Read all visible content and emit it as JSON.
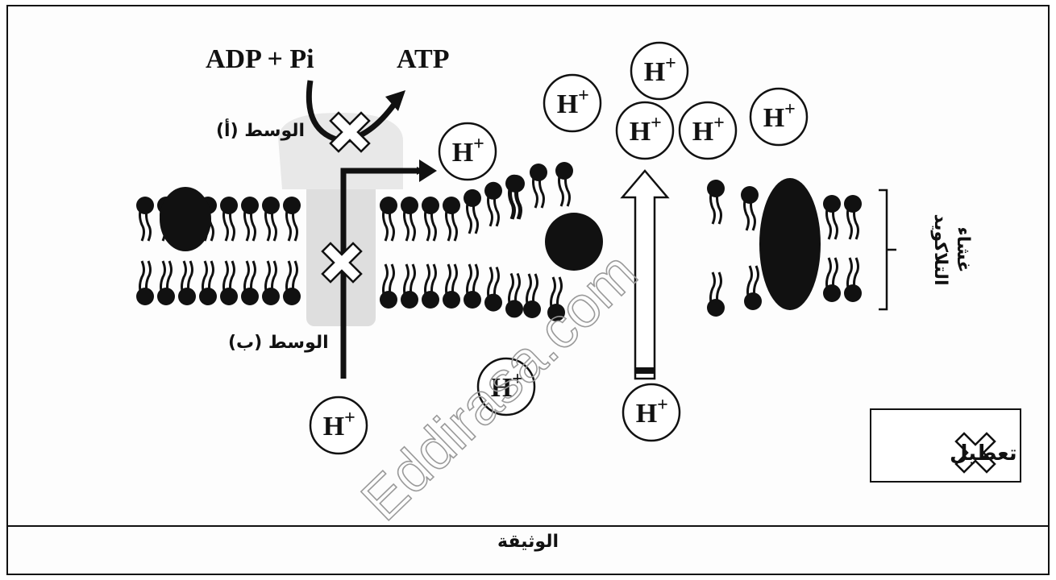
{
  "medium_a_label": "الوسط (أ)",
  "medium_b_label": "الوسط (ب)",
  "adp_label": "ADP + Pi",
  "atp_label": "ATP",
  "ion_label": "H+",
  "ion_base": "H",
  "ion_charge": "+",
  "membrane_label_line1": "غشاء",
  "membrane_label_line2": "التلاكويد",
  "legend_label": "تعطيل",
  "caption": "الوثيقة",
  "watermark": "Eddirasa.com"
}
